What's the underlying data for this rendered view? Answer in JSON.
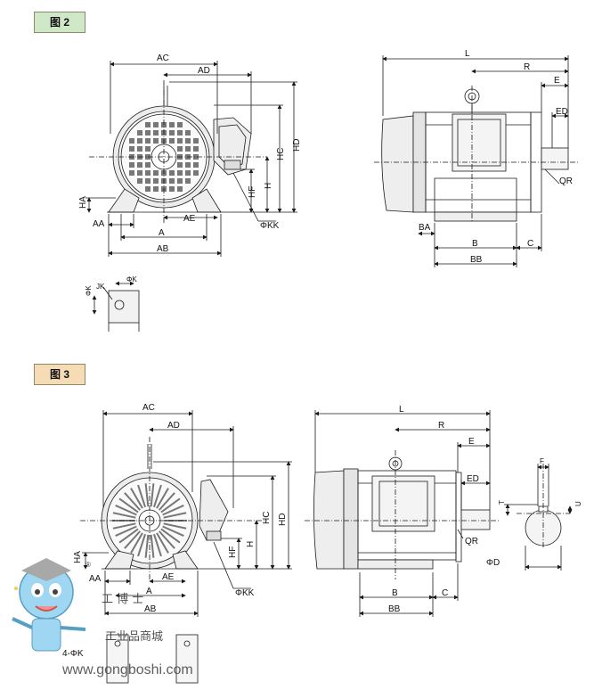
{
  "figures": [
    {
      "tag": "图 2",
      "front_labels": {
        "AC": "AC",
        "AD": "AD",
        "HD": "HD",
        "HC": "HC",
        "H": "H",
        "HF": "HF",
        "HA": "HA",
        "AA": "AA",
        "A": "A",
        "AE": "AE",
        "AB": "AB",
        "KK": "ΦKK"
      },
      "side_labels": {
        "L": "L",
        "R": "R",
        "E": "E",
        "ED": "ED",
        "QR": "QR",
        "BA": "BA",
        "B": "B",
        "C": "C",
        "BB": "BB"
      },
      "foot_labels": {
        "K": "ΦK",
        "K2": "ΦK",
        "JK": "JK"
      }
    },
    {
      "tag": "图 3",
      "front_labels": {
        "AC": "AC",
        "AD": "AD",
        "HD": "HD",
        "HC": "HC",
        "H": "H",
        "HF": "HF",
        "HA": "HA",
        "AA": "AA",
        "A": "A",
        "AE": "AE",
        "AB": "AB",
        "KK": "ΦKK",
        "K4": "4-ΦK"
      },
      "side_labels": {
        "L": "L",
        "R": "R",
        "E": "E",
        "ED": "ED",
        "QR": "QR",
        "B": "B",
        "C": "C",
        "BB": "BB"
      },
      "shaft_labels": {
        "F": "F",
        "T": "T",
        "U": "U",
        "D": "ΦD"
      }
    }
  ],
  "watermark": {
    "brand_cn": "工 博 士",
    "subtitle_cn": "工业品商城",
    "url": "www.gongboshi.com",
    "registered": "®"
  },
  "colors": {
    "line": "#1a1a1a",
    "fig2_tag": "#cfe8c8",
    "fig3_tag": "#f5dcb4",
    "body": "#e0e0e0",
    "mascot": "#8fd0f0"
  }
}
